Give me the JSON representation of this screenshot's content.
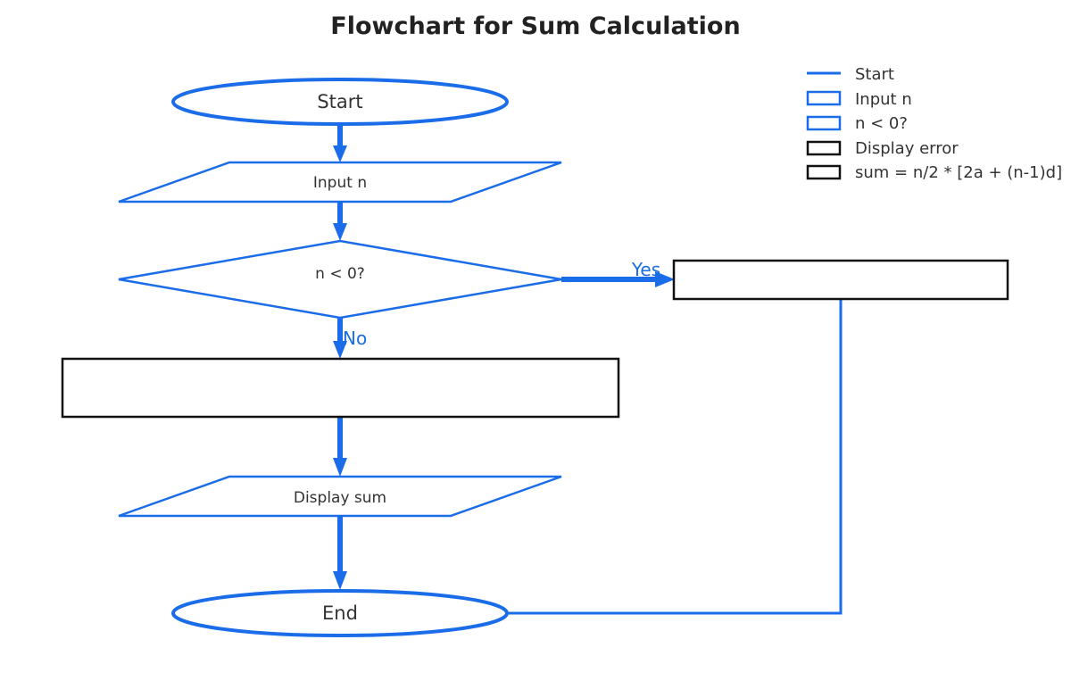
{
  "title": "Flowchart for Sum Calculation",
  "colors": {
    "blue": "#1a6ce8",
    "black": "#111111",
    "text": "#333333"
  },
  "nodes": {
    "start": "Start",
    "input": "Input n",
    "decision": "n < 0?",
    "display_sum": "Display sum",
    "end": "End"
  },
  "edges": {
    "yes": "Yes",
    "no": "No"
  },
  "legend": [
    {
      "label": "Start",
      "icon": "line",
      "color": "#1a6ce8"
    },
    {
      "label": "Input n",
      "icon": "box",
      "color": "#1a6ce8"
    },
    {
      "label": "n < 0?",
      "icon": "box",
      "color": "#1a6ce8"
    },
    {
      "label": "Display error",
      "icon": "box",
      "color": "#111111"
    },
    {
      "label": "sum = n/2 * [2a + (n-1)d]",
      "icon": "box",
      "color": "#111111"
    }
  ]
}
